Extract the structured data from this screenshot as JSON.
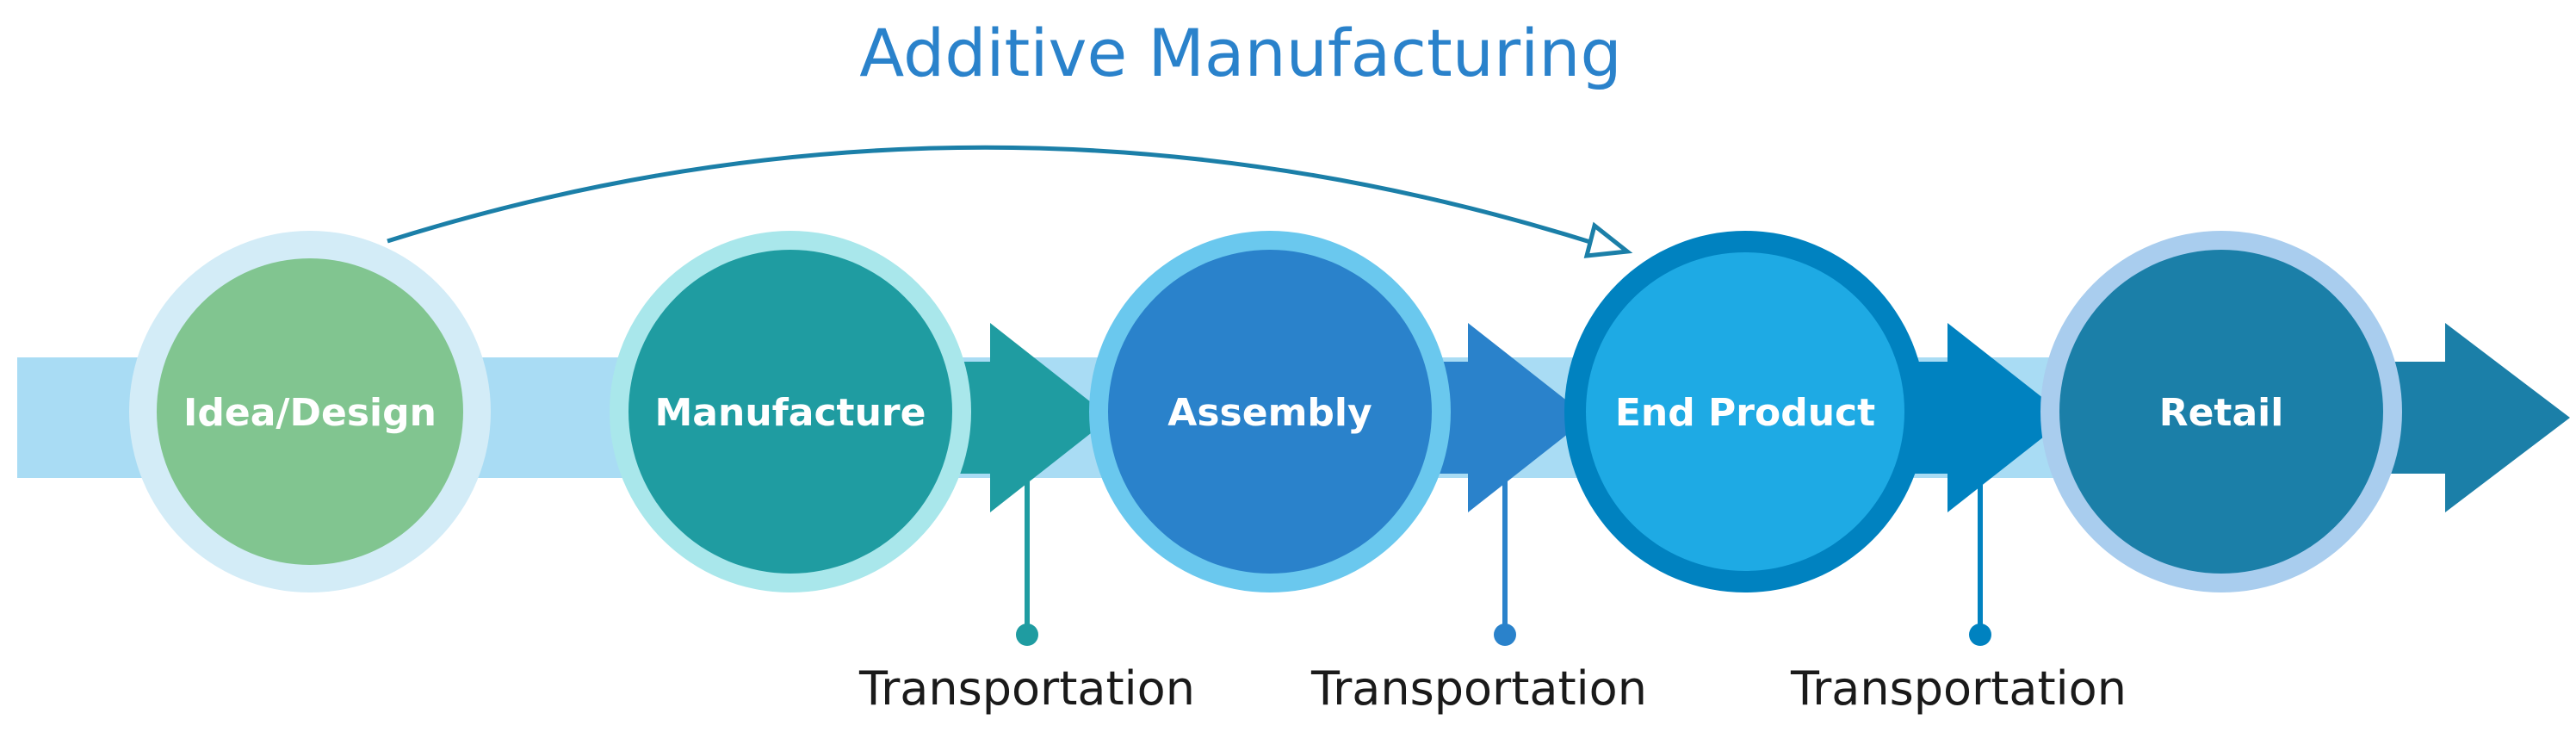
{
  "title": "Additive Manufacturing",
  "stages": [
    {
      "label": "Idea/Design",
      "fill": "#81c590",
      "ring": "#d3ecf7"
    },
    {
      "label": "Manufacture",
      "fill": "#1f9ca1",
      "ring": "#a9e7eb",
      "arrow": "#1f9ca1"
    },
    {
      "label": "Assembly",
      "fill": "#2a82cb",
      "ring": "#6ac8ee",
      "arrow": "#2a82cb"
    },
    {
      "label": "End Product",
      "fill": "#1eaae4",
      "ring": "#0082c0",
      "arrow": "#0082c0"
    },
    {
      "label": "Retail",
      "fill": "#1b7fa8",
      "ring": "#a9cdee",
      "arrow": "#1b7fa8"
    }
  ],
  "transport": [
    {
      "label": "Transportation",
      "color": "#1f9ca1"
    },
    {
      "label": "Transportation",
      "color": "#2a82cb"
    },
    {
      "label": "Transportation",
      "color": "#0082c0"
    }
  ],
  "colors": {
    "band": "#a9dcf4",
    "title": "#2a82cb",
    "curve": "#1b7fa8"
  }
}
